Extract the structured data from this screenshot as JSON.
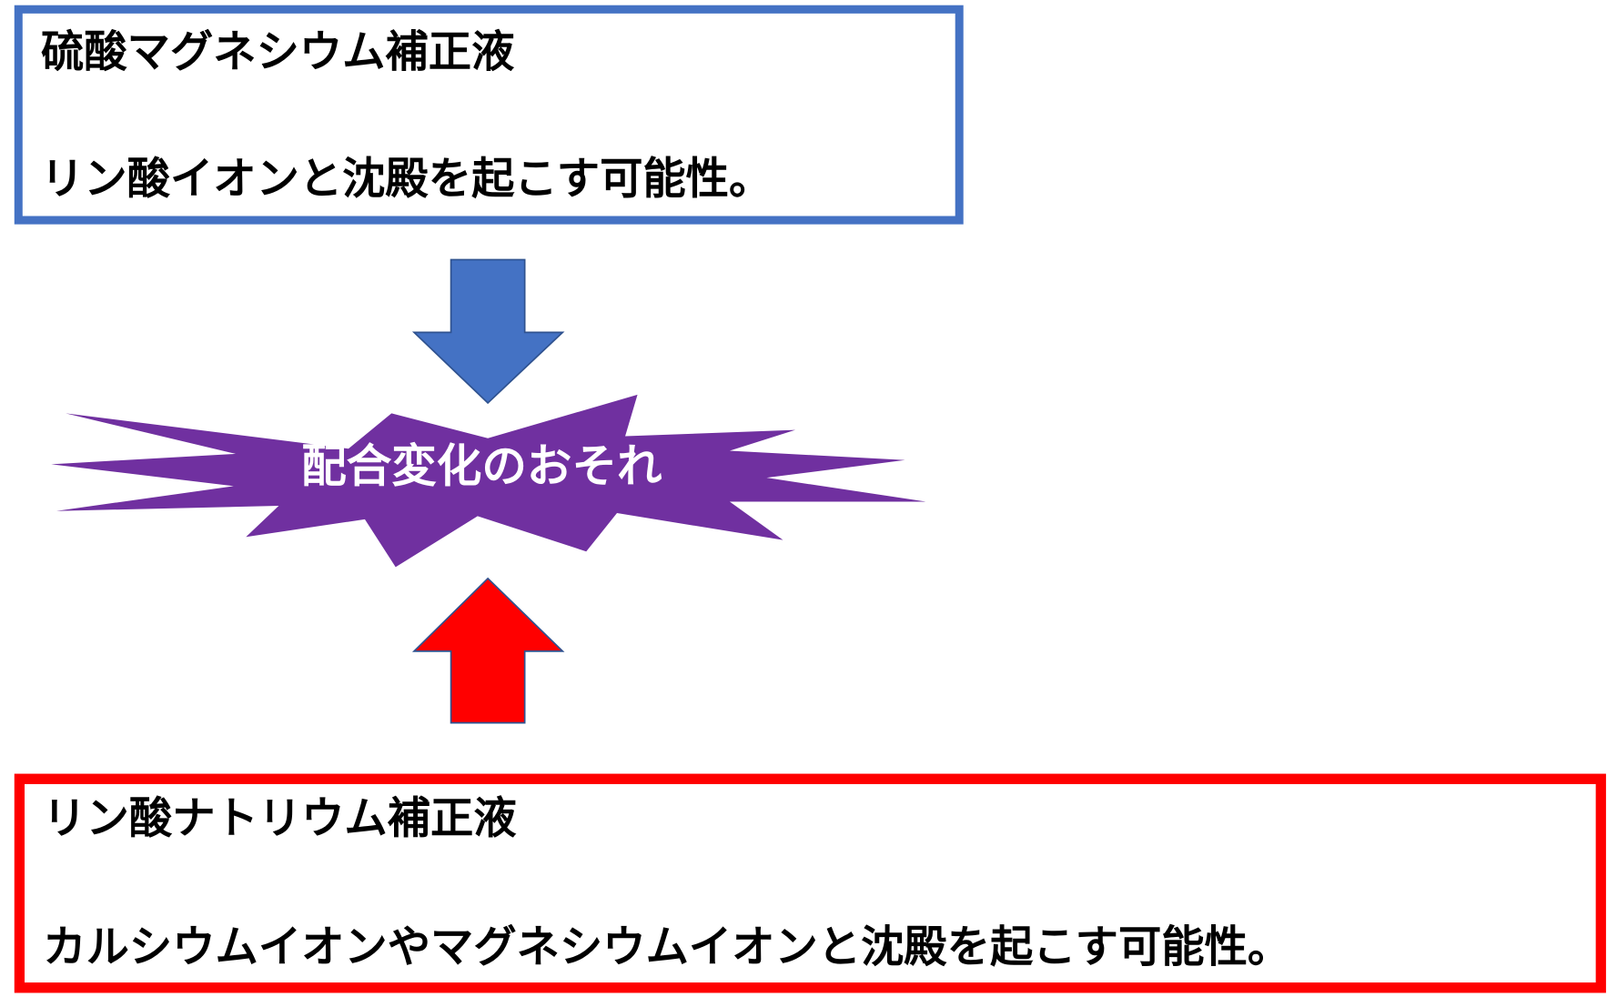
{
  "top_box": {
    "title": "硫酸マグネシウム補正液",
    "note": "リン酸イオンと沈殿を起こす可能性。"
  },
  "center": {
    "label": "配合変化のおそれ"
  },
  "bottom_box": {
    "title": "リン酸ナトリウム補正液",
    "note": "カルシウムイオンやマグネシウムイオンと沈殿を起こす可能性。"
  },
  "colors": {
    "top_accent": "#4472C4",
    "bottom_accent": "#FF0000",
    "burst": "#7030A0"
  }
}
